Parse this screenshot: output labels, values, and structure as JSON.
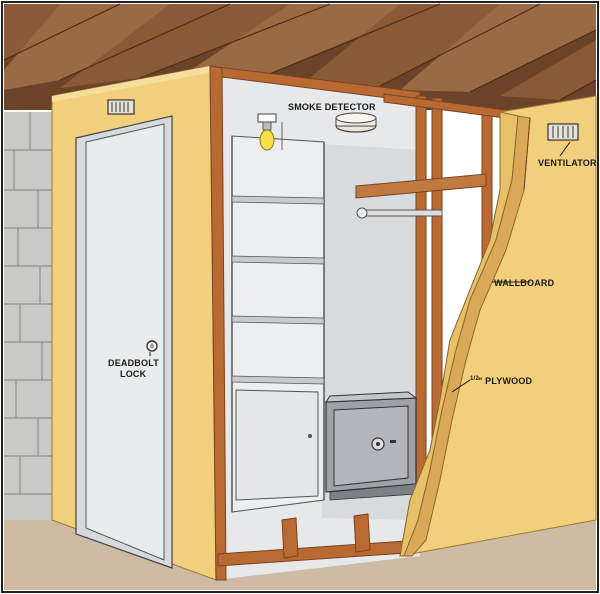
{
  "labels": {
    "smoke_detector": "SMOKE DETECTOR",
    "ventilator": "VENTILATOR",
    "wallboard": "WALLBOARD",
    "plywood_fraction": "1/2",
    "plywood_suffix": "\" PLYWOOD",
    "deadbolt_line1": "DEADBOLT",
    "deadbolt_line2": "LOCK"
  },
  "colors": {
    "joist": "#8a5a36",
    "joist_dark": "#5e3a22",
    "wall_yellow": "#f1cf7c",
    "wall_light": "#f6dd99",
    "stud": "#b86a32",
    "stud_dark": "#7c4220",
    "interior": "#e6e8ea",
    "interior_shade": "#cdd1d5",
    "block": "#c9c9c5",
    "block_line": "#8f8f8a",
    "floor": "#cdbba3",
    "safe": "#9ea2a6",
    "door": "#e9ebec",
    "bulb": "#f6e04b"
  }
}
